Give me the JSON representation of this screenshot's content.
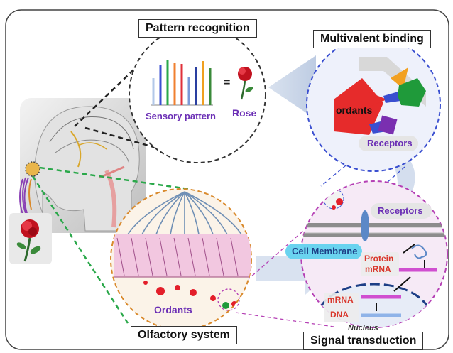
{
  "titles": {
    "pattern_recognition": "Pattern recognition",
    "multivalent_binding": "Multivalent binding",
    "olfactory_system": "Olfactory system",
    "signal_transduction": "Signal transduction"
  },
  "pattern": {
    "sensory_pattern": "Sensory pattern",
    "equals": "=",
    "rose": "Rose"
  },
  "binding": {
    "ordants": "ordants",
    "receptors": "Receptors"
  },
  "olfactory": {
    "ordants": "Ordants"
  },
  "signal": {
    "receptors": "Receptors",
    "cell_membrane": "Cell Membrane",
    "protein": "Protein",
    "mrna_top": "mRNA",
    "mrna_bottom": "mRNA",
    "dna": "DNA",
    "nucleus": "Nucleus"
  },
  "colors": {
    "black_dash": "#222222",
    "green_dash": "#2aa84a",
    "blue_dash": "#3a4fd0",
    "orange_dash": "#d9892b",
    "magenta_dash": "#b540b5",
    "receptor_text": "#6b2fb5",
    "red_text": "#d9362b"
  }
}
